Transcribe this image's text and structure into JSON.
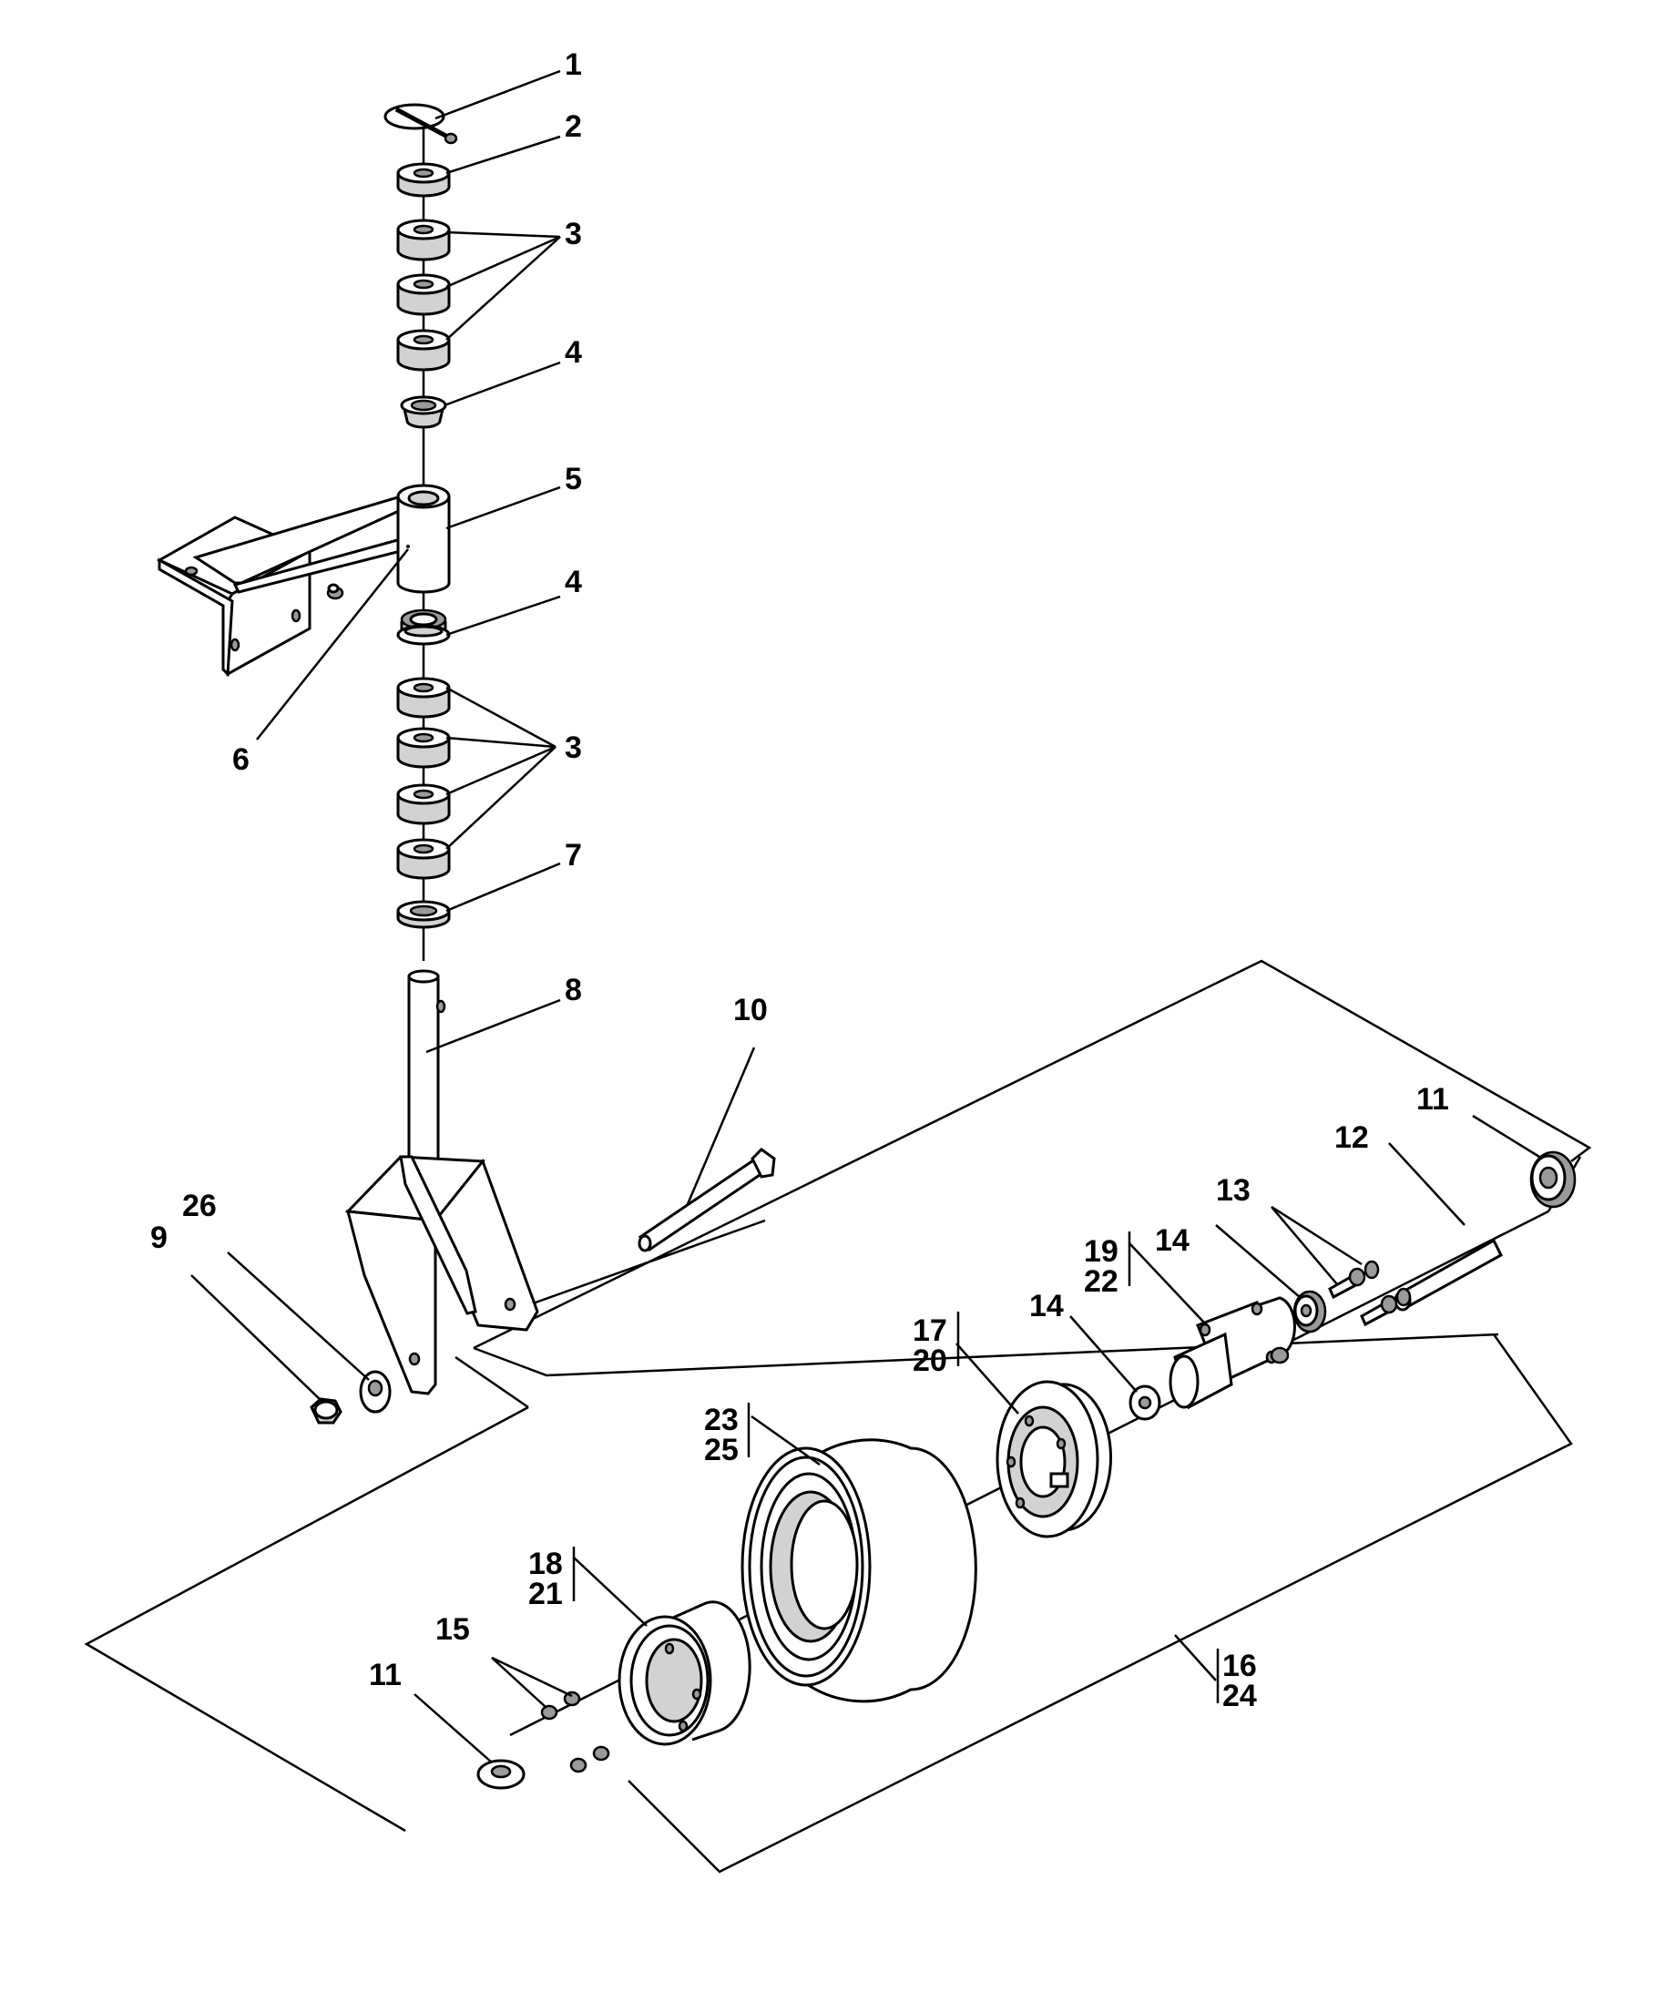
{
  "callouts": {
    "c1": "1",
    "c2": "2",
    "c3a": "3",
    "c4a": "4",
    "c5": "5",
    "c4b": "4",
    "c6": "6",
    "c3b": "3",
    "c7": "7",
    "c8": "8",
    "c10": "10",
    "c26": "26",
    "c9": "9",
    "c11a": "11",
    "c12": "12",
    "c13": "13",
    "c19": "19",
    "c22": "22",
    "c14a": "14",
    "c14b": "14",
    "c17": "17",
    "c20": "20",
    "c23": "23",
    "c25": "25",
    "c18": "18",
    "c21": "21",
    "c15": "15",
    "c11b": "11",
    "c16": "16",
    "c24": "24"
  },
  "colors": {
    "line": "#000000",
    "part_fill": "#ffffff",
    "shade": "#d2d2d2"
  },
  "icon_names": [
    "lynch-pin",
    "washer",
    "spacer",
    "bushing",
    "caster-mount-bracket",
    "grease-fitting",
    "thrust-washer",
    "caster-fork",
    "lock-nut",
    "axle-bolt",
    "bearing",
    "axle-spacer",
    "bolt-set",
    "seal",
    "wheel-hub-half",
    "tire",
    "wheel-assembly"
  ]
}
